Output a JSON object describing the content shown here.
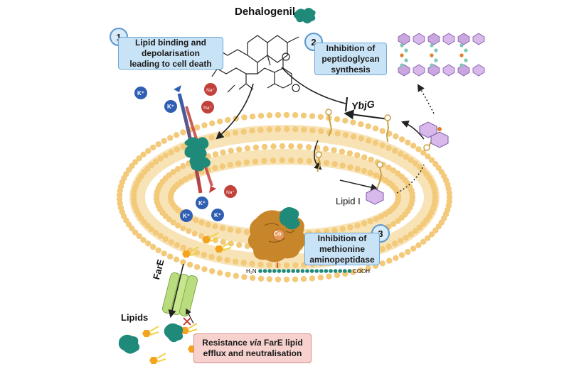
{
  "title": "Dehalogenil",
  "steps": [
    {
      "number": "1",
      "text_line1": "Lipid binding and",
      "text_line2": "depolarisation",
      "text_line3": "leading to cell death"
    },
    {
      "number": "2",
      "text_line1": "Inhibition of",
      "text_line2": "peptidoglycan",
      "text_line3": "synthesis"
    },
    {
      "number": "3",
      "text_line1": "Inhibition of",
      "text_line2": "methionine",
      "text_line3": "aminopeptidase"
    }
  ],
  "resistance": {
    "prefix": "Resistance ",
    "via": "via",
    "suffix": " FarE lipid",
    "line2": "efflux and neutralisation"
  },
  "labels": {
    "ybjg": "YbjG",
    "lipid_i": "Lipid I",
    "fare": "FarE",
    "lipids": "Lipids",
    "co": "Co",
    "peptide_n": "H₂N",
    "peptide_c": "COOH"
  },
  "ions": {
    "k": "K⁺",
    "na": "Na⁺"
  },
  "colors": {
    "membrane": "#f3c97a",
    "drug": "#1f8a7a",
    "box_blue": "#c9e3f6",
    "box_red": "#f6d1cd",
    "potassium": "#2f5fb3",
    "sodium": "#c2413b",
    "enzyme": "#c8862a",
    "lipid_orange": "#f4a41c",
    "fare_green": "#b9dd7e"
  }
}
